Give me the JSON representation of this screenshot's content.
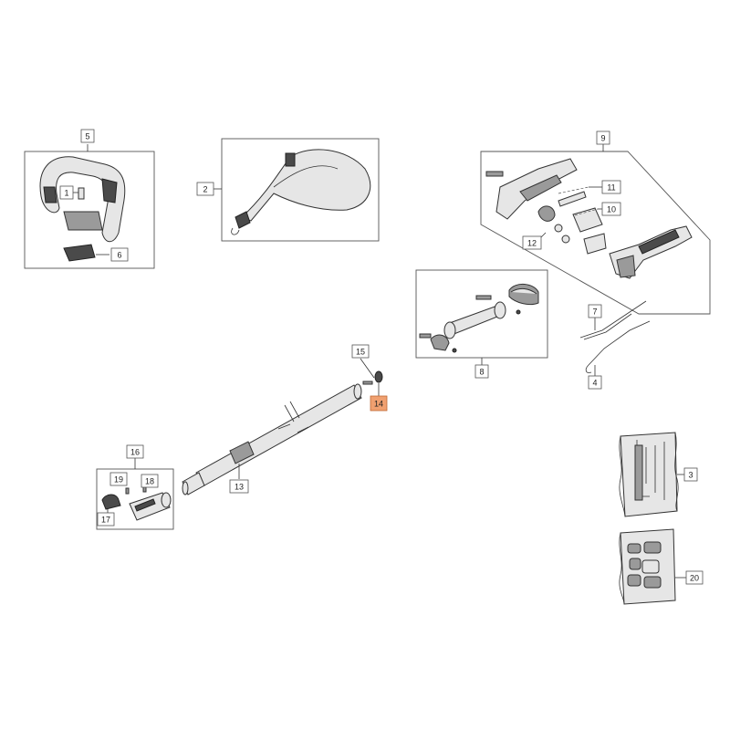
{
  "labels": {
    "l1": "1",
    "l2": "2",
    "l3": "3",
    "l4": "4",
    "l5": "5",
    "l6": "6",
    "l7": "7",
    "l8": "8",
    "l9": "9",
    "l10": "10",
    "l11": "11",
    "l12": "12",
    "l13": "13",
    "l14": "14",
    "l15": "15",
    "l16": "16",
    "l17": "17",
    "l18": "18",
    "l19": "19",
    "l20": "20"
  },
  "highlight_color": "#f0a070",
  "highlighted_part": "14"
}
